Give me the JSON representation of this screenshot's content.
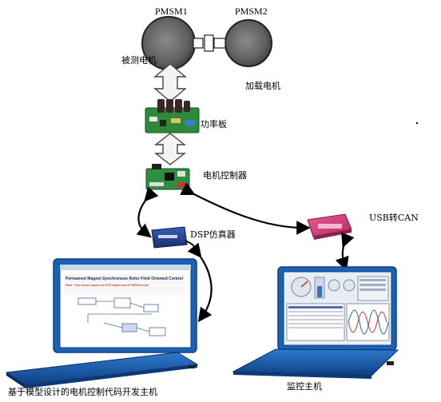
{
  "labels": {
    "pmsm1": "PMSM1",
    "pmsm2": "PMSM2",
    "motor_under_test": "被测电机",
    "load_motor": "加载电机",
    "power_board": "功率板",
    "motor_controller": "电机控制器",
    "dsp_emulator": "DSP仿真器",
    "usb_can": "USB转CAN",
    "dev_host": "基于模型设计的电机控制代码开发主机",
    "monitor_host": "监控主机"
  },
  "screens": {
    "dev_title": "Permanent Magnet Synchronous Rotor Field Oriented Control",
    "dev_subtitle": "Note: This demo requires a DSP target and a PMSM motor"
  },
  "colors": {
    "laptop_blue": "#1b62b5",
    "laptop_dark": "#0f3f80",
    "motor_gray": "#6e6e6e",
    "pcb_green": "#2d8a3a",
    "usbcan_pink": "#d23a78"
  }
}
